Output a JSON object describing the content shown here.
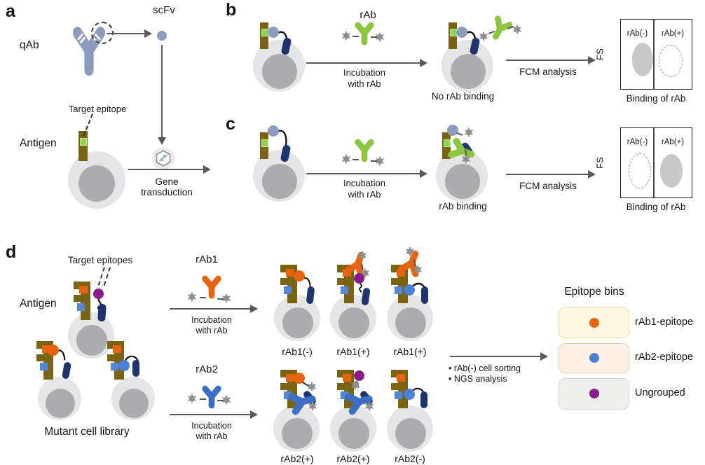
{
  "a": {
    "letter": "a",
    "qab": "qAb",
    "scfv": "scFv",
    "target_epitope": "Target epitope",
    "antigen": "Antigen",
    "gene1": "Gene",
    "gene2": "transduction"
  },
  "b": {
    "letter": "b",
    "rab_title": "rAb",
    "inc1": "Incubation",
    "inc2": "with rAb",
    "result": "No rAb binding",
    "fcm": "FCM analysis",
    "fs": "FS",
    "xaxis": "Binding of rAb",
    "neg": "rAb(-)",
    "pos": "rAb(+)"
  },
  "c": {
    "letter": "c",
    "inc1": "Incubation",
    "inc2": "with rAb",
    "result": "rAb binding",
    "fcm": "FCM analysis",
    "fs": "FS",
    "xaxis": "Binding of rAb",
    "neg": "rAb(-)",
    "pos": "rAb(+)"
  },
  "d": {
    "letter": "d",
    "target_epitopes": "Target epitopes",
    "antigen": "Antigen",
    "mutant_library": "Mutant cell library",
    "rab1_title": "rAb1",
    "rab2_title": "rAb2",
    "inc1": "Incubation",
    "inc2": "with rAb",
    "row1": [
      "rAb1(-)",
      "rAb1(+)",
      "rAb1(+)"
    ],
    "row2": [
      "rAb2(+)",
      "rAb2(+)",
      "rAb2(-)"
    ],
    "bullet1": "• rAb(-) cell sorting",
    "bullet2": "• NGS analysis",
    "bins_title": "Epitope bins",
    "bins": [
      "rAb1-epitope",
      "rAb2-epitope",
      "Ungrouped"
    ]
  },
  "colors": {
    "qab_scfv_blue_gray": "#8b9cbc",
    "rab_green": "#8cc63f",
    "rab1_orange": "#e76310",
    "rab2_blue": "#3c6ec6",
    "epitope_blue_dot": "#4d7fd3",
    "ungrouped_purple": "#8a1b8d",
    "antigen_olive": "#7a6413",
    "epitope_green": "#8ed44e",
    "membrane_anchor_navy": "#1d346f",
    "cell_body": "#e5e5e7",
    "nucleus": "#acacae",
    "fluorophore_star_gray": "#8e8f91",
    "bin1_bg": "#fdf8e1",
    "bin2_bg": "#fdf1e7",
    "bin3_bg": "#efefed"
  },
  "icons": {
    "antibody-icon": "Y-shape",
    "fluorophore-star-icon": "6-point star",
    "cell-icon": "gray circle",
    "gene-vector-icon": "hexagon capsid",
    "scfv-dot-icon": "filled circle",
    "membrane-anchor-icon": "rounded navy bar"
  }
}
